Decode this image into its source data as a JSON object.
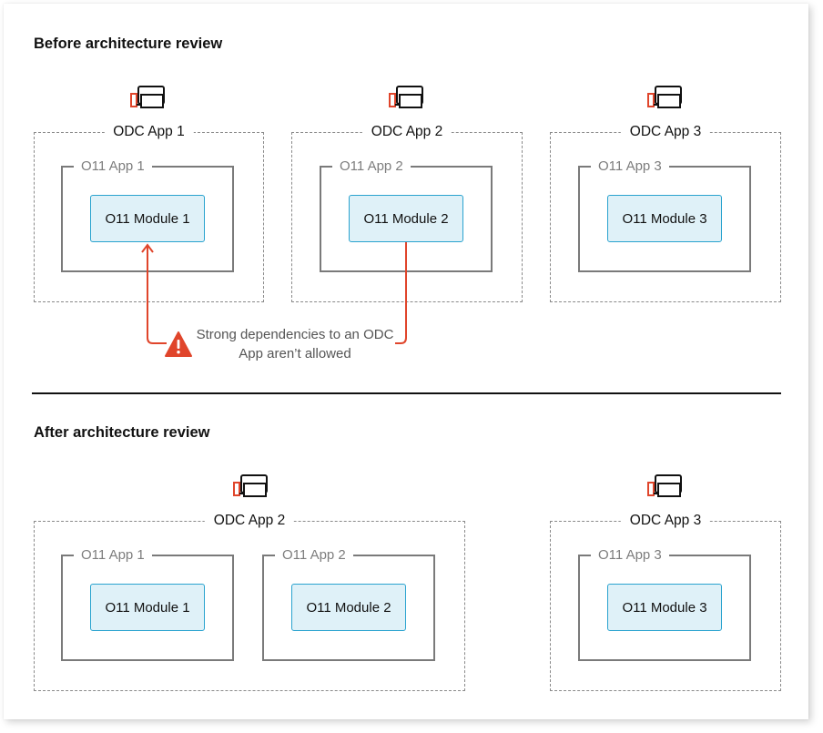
{
  "sections": {
    "before_title": "Before architecture review",
    "after_title": "After architecture review"
  },
  "before": {
    "apps": [
      {
        "odc_label": "ODC App 1",
        "o11_label": "O11 App 1",
        "module": "O11 Module 1"
      },
      {
        "odc_label": "ODC App 2",
        "o11_label": "O11 App 2",
        "module": "O11 Module 2"
      },
      {
        "odc_label": "ODC App 3",
        "o11_label": "O11 App 3",
        "module": "O11 Module 3"
      }
    ],
    "warning": {
      "text": "Strong dependencies to an ODC App aren’t allowed",
      "icon": "warning-triangle-icon",
      "color": "#e0452b"
    }
  },
  "after": {
    "apps": [
      {
        "odc_label": "ODC App 2",
        "inner": [
          {
            "o11_label": "O11 App 1",
            "module": "O11 Module 1"
          },
          {
            "o11_label": "O11 App 2",
            "module": "O11 Module 2"
          }
        ]
      },
      {
        "odc_label": "ODC App 3",
        "inner": [
          {
            "o11_label": "O11 App 3",
            "module": "O11 Module 3"
          }
        ]
      }
    ]
  },
  "colors": {
    "module_fill": "#dff1f8",
    "module_border": "#2aa3cf",
    "accent_red": "#e0452b",
    "odc_border": "#8a8a8a",
    "o11_border": "#7a7a7a"
  },
  "icons": {
    "app": "odc-app-devices-icon"
  }
}
